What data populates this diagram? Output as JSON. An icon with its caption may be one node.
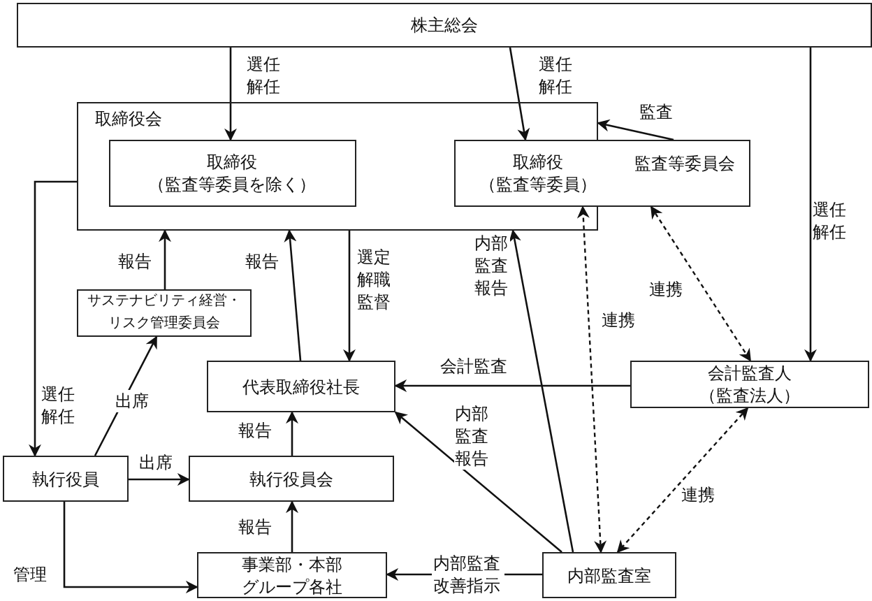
{
  "diagram": {
    "nodes": [
      {
        "text": [
          "株主総会"
        ]
      },
      {
        "text": [
          "取締役会"
        ]
      },
      {
        "text": [
          "取締役（監査等委員を除く）"
        ],
        "in": 1
      },
      {
        "text": [
          "取締役（監査等委員）",
          "監査等委員会"
        ]
      },
      {
        "text": [
          "サステナビリティ経営・リスク管理委員会"
        ]
      },
      {
        "text": [
          "代表取締役社長"
        ]
      },
      {
        "text": [
          "会計監査人（監査法人）"
        ]
      },
      {
        "text": [
          "執行役員"
        ]
      },
      {
        "text": [
          "執行役員会"
        ]
      },
      {
        "text": [
          "事業部・本部グループ各社"
        ]
      },
      {
        "text": [
          "内部監査室"
        ]
      }
    ],
    "edges": [
      {
        "from": 0,
        "to": 2,
        "arrow": "to",
        "label": "選任解任"
      },
      {
        "from": 0,
        "to": 3,
        "arrow": "to",
        "label": "選任解任"
      },
      {
        "from": 3,
        "to": 1,
        "arrow": "to",
        "label": "監査"
      },
      {
        "from": 0,
        "to": 6,
        "arrow": "to",
        "label": "選任解任"
      },
      {
        "from": 1,
        "to": 7,
        "arrow": "to",
        "label": "選任解任"
      },
      {
        "from": 4,
        "to": 1,
        "arrow": "to",
        "label": "報告"
      },
      {
        "from": 5,
        "to": 1,
        "arrow": "to",
        "label": "報告"
      },
      {
        "from": 1,
        "to": 5,
        "arrow": "to",
        "label": "選定解職監督"
      },
      {
        "from": 10,
        "to": 1,
        "arrow": "to",
        "label": "内部監査報告"
      },
      {
        "from": 10,
        "to": 3,
        "arrow": "both",
        "style": "dashed",
        "label": "連携"
      },
      {
        "from": 3,
        "to": 6,
        "arrow": "both",
        "style": "dashed",
        "label": "連携"
      },
      {
        "from": 6,
        "to": 5,
        "arrow": "to",
        "label": "会計監査"
      },
      {
        "from": 10,
        "to": 5,
        "arrow": "to",
        "label": "内部監査報告"
      },
      {
        "from": 6,
        "to": 10,
        "arrow": "both",
        "style": "dashed",
        "label": "連携"
      },
      {
        "from": 7,
        "to": 4,
        "arrow": "to",
        "label": "出席"
      },
      {
        "from": 7,
        "to": 8,
        "arrow": "to",
        "label": "出席"
      },
      {
        "from": 9,
        "to": 8,
        "arrow": "to",
        "label": "報告"
      },
      {
        "from": 8,
        "to": 5,
        "arrow": "to",
        "label": "報告"
      },
      {
        "from": 7,
        "to": 9,
        "arrow": "to",
        "label": "管理"
      },
      {
        "from": 10,
        "to": 9,
        "arrow": "to",
        "label": "内部監査改善指示"
      }
    ]
  }
}
